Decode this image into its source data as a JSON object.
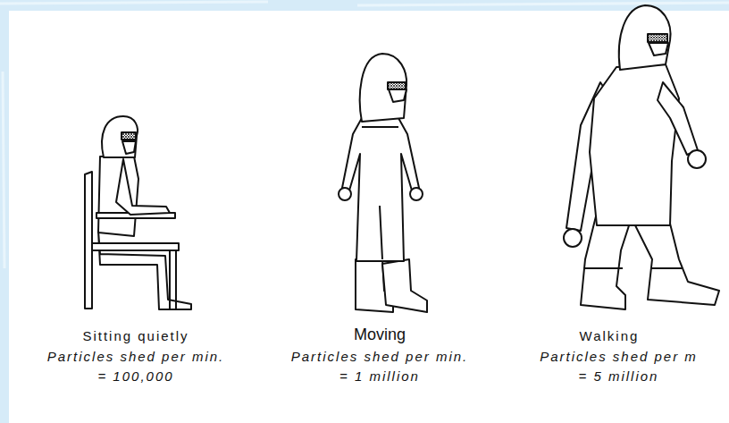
{
  "diagram": {
    "labels": [
      "Sitting quietly",
      "Particles shed per min. = 100,000",
      "Moving",
      "Particles shed per min. = 1 million",
      "Walking",
      "Particles shed per m = 5 million"
    ]
  }
}
